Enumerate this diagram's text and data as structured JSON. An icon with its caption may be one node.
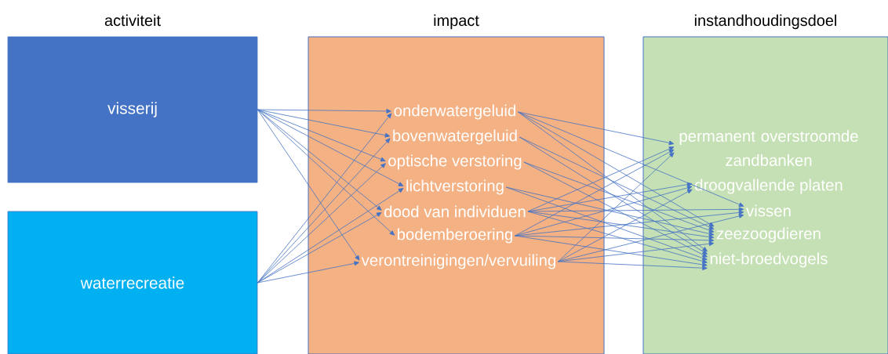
{
  "diagram": {
    "nodes": [
      {
        "text": [
          "visserij"
        ],
        "beside": [
          "activiteit"
        ]
      },
      {
        "text": [
          "waterrecreatie"
        ]
      },
      {
        "text": [
          "impact"
        ]
      },
      {
        "text": [
          "instandhoudingsdoel"
        ]
      },
      {
        "text": [
          "onderwatergeluid"
        ],
        "in": 2
      },
      {
        "text": [
          "bovenwatergeluid"
        ],
        "in": 2
      },
      {
        "text": [
          "optische verstoring"
        ],
        "in": 2
      },
      {
        "text": [
          "lichtverstoring"
        ],
        "in": 2
      },
      {
        "text": [
          "dood van individuen"
        ],
        "in": 2
      },
      {
        "text": [
          "bodemberoering"
        ],
        "in": 2
      },
      {
        "text": [
          "verontreinigingen/vervuiling"
        ],
        "in": 2
      },
      {
        "text": [
          "permanent overstroomde zandbanken"
        ],
        "in": 3
      },
      {
        "text": [
          "droogvallende platen"
        ],
        "in": 3
      },
      {
        "text": [
          "vissen"
        ],
        "in": 3
      },
      {
        "text": [
          "zeezoogdieren"
        ],
        "in": 3
      },
      {
        "text": [
          "niet-broedvogels"
        ],
        "in": 3
      }
    ],
    "edges": [
      {
        "from": 0,
        "to": 4,
        "arrow": "to"
      },
      {
        "from": 0,
        "to": 5,
        "arrow": "to"
      },
      {
        "from": 0,
        "to": 6,
        "arrow": "to"
      },
      {
        "from": 0,
        "to": 7,
        "arrow": "to"
      },
      {
        "from": 0,
        "to": 8,
        "arrow": "to"
      },
      {
        "from": 0,
        "to": 9,
        "arrow": "to"
      },
      {
        "from": 0,
        "to": 10,
        "arrow": "to"
      },
      {
        "from": 1,
        "to": 4,
        "arrow": "to"
      },
      {
        "from": 1,
        "to": 5,
        "arrow": "to"
      },
      {
        "from": 1,
        "to": 6,
        "arrow": "to"
      },
      {
        "from": 1,
        "to": 7,
        "arrow": "to"
      },
      {
        "from": 1,
        "to": 8,
        "arrow": "to"
      },
      {
        "from": 1,
        "to": 10,
        "arrow": "to"
      },
      {
        "from": 4,
        "to": 11,
        "arrow": "to"
      },
      {
        "from": 4,
        "to": 13,
        "arrow": "to"
      },
      {
        "from": 4,
        "to": 14,
        "arrow": "to"
      },
      {
        "from": 4,
        "to": 15,
        "arrow": "to"
      },
      {
        "from": 5,
        "to": 14,
        "arrow": "to"
      },
      {
        "from": 5,
        "to": 15,
        "arrow": "to"
      },
      {
        "from": 6,
        "to": 14,
        "arrow": "to"
      },
      {
        "from": 6,
        "to": 15,
        "arrow": "to"
      },
      {
        "from": 7,
        "to": 14,
        "arrow": "to"
      },
      {
        "from": 7,
        "to": 15,
        "arrow": "to"
      },
      {
        "from": 8,
        "to": 11,
        "arrow": "to"
      },
      {
        "from": 8,
        "to": 12,
        "arrow": "to"
      },
      {
        "from": 8,
        "to": 13,
        "arrow": "to"
      },
      {
        "from": 8,
        "to": 14,
        "arrow": "to"
      },
      {
        "from": 8,
        "to": 15,
        "arrow": "to"
      },
      {
        "from": 9,
        "to": 11,
        "arrow": "to"
      },
      {
        "from": 9,
        "to": 12,
        "arrow": "to"
      },
      {
        "from": 9,
        "to": 13,
        "arrow": "to"
      },
      {
        "from": 9,
        "to": 14,
        "arrow": "to"
      },
      {
        "from": 9,
        "to": 15,
        "arrow": "to"
      },
      {
        "from": 10,
        "to": 11,
        "arrow": "to"
      },
      {
        "from": 10,
        "to": 12,
        "arrow": "to"
      },
      {
        "from": 10,
        "to": 13,
        "arrow": "to"
      },
      {
        "from": 10,
        "to": 14,
        "arrow": "to"
      },
      {
        "from": 10,
        "to": 15,
        "arrow": "to"
      }
    ],
    "labels": []
  }
}
